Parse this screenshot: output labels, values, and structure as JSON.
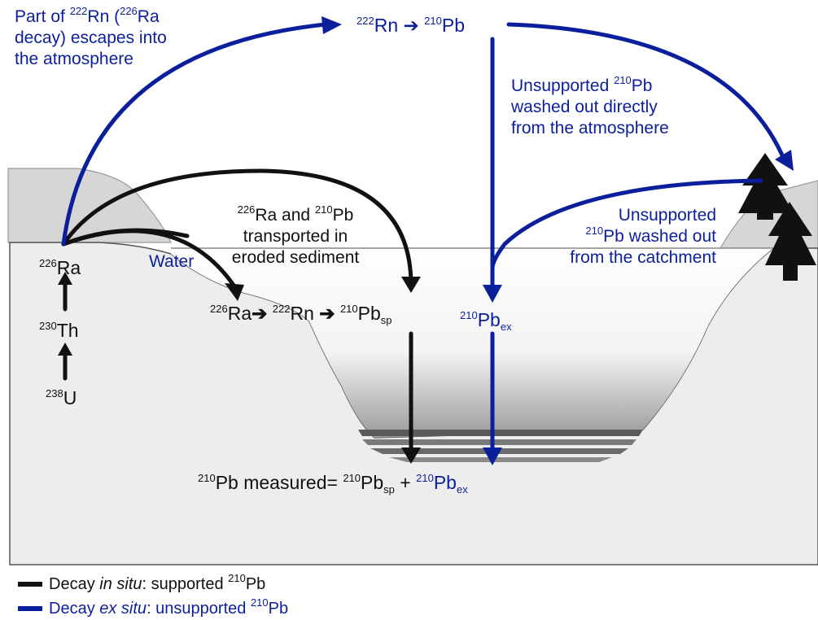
{
  "colors": {
    "blue": "#0b1f9c",
    "black": "#111111",
    "ground": "#ededed",
    "hill": "#d6d6d6"
  },
  "labels": {
    "escape": {
      "l1a": "Part of ",
      "l1b": "222",
      "l1c": "Rn (",
      "l1d": "226",
      "l1e": "Ra",
      "l2": "decay) escapes into",
      "l3": "the atmosphere"
    },
    "top_rn": {
      "mass": "222",
      "el": "Rn"
    },
    "top_arrow": "➔",
    "top_pb": {
      "mass": "210",
      "el": "Pb"
    },
    "washout_atm": {
      "l1": "Unsupported ",
      "l1m": "210",
      "l1e": "Pb",
      "l2": "washed out directly",
      "l3": "from the atmosphere"
    },
    "washout_catch": {
      "l1": "Unsupported",
      "l2m": "210",
      "l2e": "Pb washed out",
      "l3": "from the catchment"
    },
    "transport": {
      "l1m": "226",
      "l1a": "Ra and ",
      "l1m2": "210",
      "l1b": "Pb",
      "l2": "transported in",
      "l3": "eroded sediment"
    },
    "water": "Water",
    "ra_left": {
      "mass": "226",
      "el": "Ra"
    },
    "th": {
      "mass": "230",
      "el": "Th"
    },
    "u": {
      "mass": "238",
      "el": "U"
    },
    "chain": {
      "ra_mass": "226",
      "ra": "Ra",
      "rn_mass": "222",
      "rn": "Rn",
      "pb_mass": "210",
      "pb": "Pb",
      "pb_sub": "sp"
    },
    "pbex": {
      "mass": "210",
      "el": "Pb",
      "sub": "ex"
    },
    "measured": {
      "m1": "210",
      "t1": "Pb measured= ",
      "m2": "210",
      "t2": "Pb",
      "s2": "sp",
      "plus": " + ",
      "m3": "210",
      "t3": "Pb",
      "s3": "ex"
    }
  },
  "legend": {
    "supported": {
      "a": "Decay ",
      "b": "in situ",
      "c": ": supported ",
      "m": "210",
      "d": "Pb"
    },
    "unsupported": {
      "a": "Decay ",
      "b": "ex situ",
      "c": ": unsupported ",
      "m": "210",
      "d": "Pb"
    }
  }
}
